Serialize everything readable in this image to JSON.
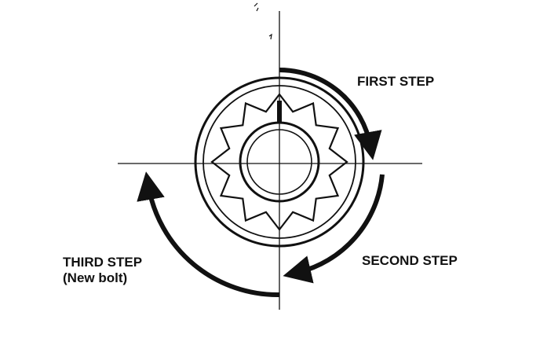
{
  "diagram": {
    "labels": {
      "first_step": "FIRST STEP",
      "second_step": "SECOND STEP",
      "third_step_line1": "THIRD STEP",
      "third_step_line2": "(New bolt)"
    },
    "colors": {
      "ink": "#111111",
      "background": "#ffffff"
    }
  }
}
